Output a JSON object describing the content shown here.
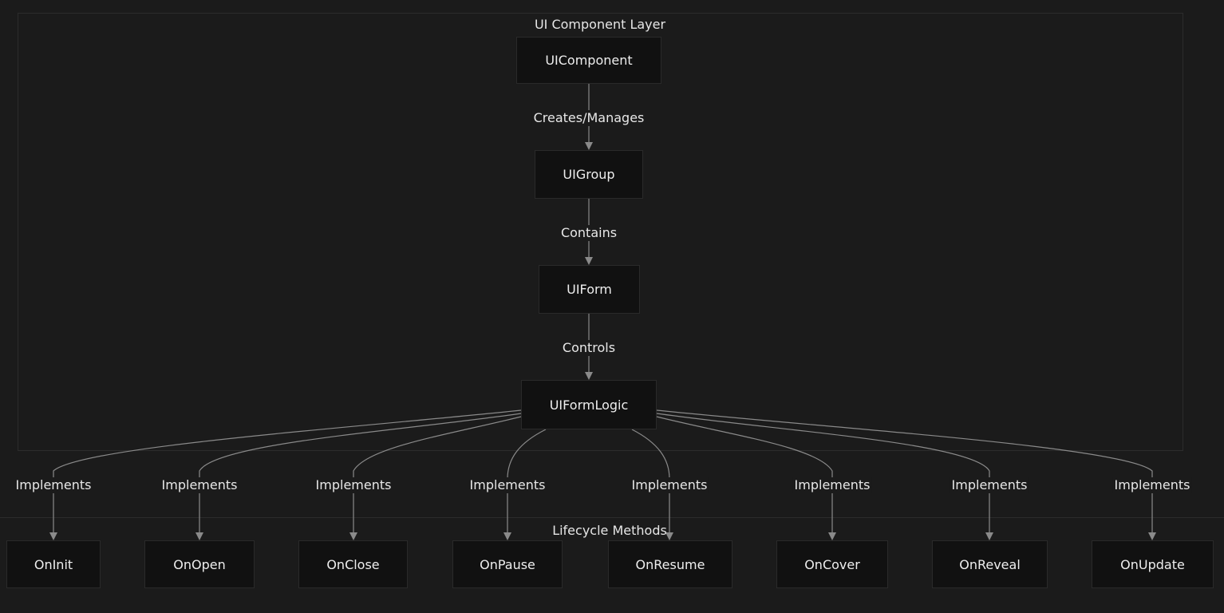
{
  "clusters": {
    "ui_layer": {
      "label": "UI Component Layer"
    },
    "lifecycle": {
      "label": "Lifecycle Methods"
    }
  },
  "nodes": {
    "ui_component": "UIComponent",
    "ui_group": "UIGroup",
    "ui_form": "UIForm",
    "ui_form_logic": "UIFormLogic",
    "on_init": "OnInit",
    "on_open": "OnOpen",
    "on_close": "OnClose",
    "on_pause": "OnPause",
    "on_resume": "OnResume",
    "on_cover": "OnCover",
    "on_reveal": "OnReveal",
    "on_update": "OnUpdate"
  },
  "edges": {
    "component_to_group": "Creates/Manages",
    "group_to_form": "Contains",
    "form_to_logic": "Controls",
    "logic_to_init": "Implements",
    "logic_to_open": "Implements",
    "logic_to_close": "Implements",
    "logic_to_pause": "Implements",
    "logic_to_resume": "Implements",
    "logic_to_cover": "Implements",
    "logic_to_reveal": "Implements",
    "logic_to_update": "Implements"
  },
  "colors": {
    "background": "#1b1b1b",
    "node_fill": "#111111",
    "edge": "#8a8a8a",
    "text": "#e6e6e6"
  }
}
